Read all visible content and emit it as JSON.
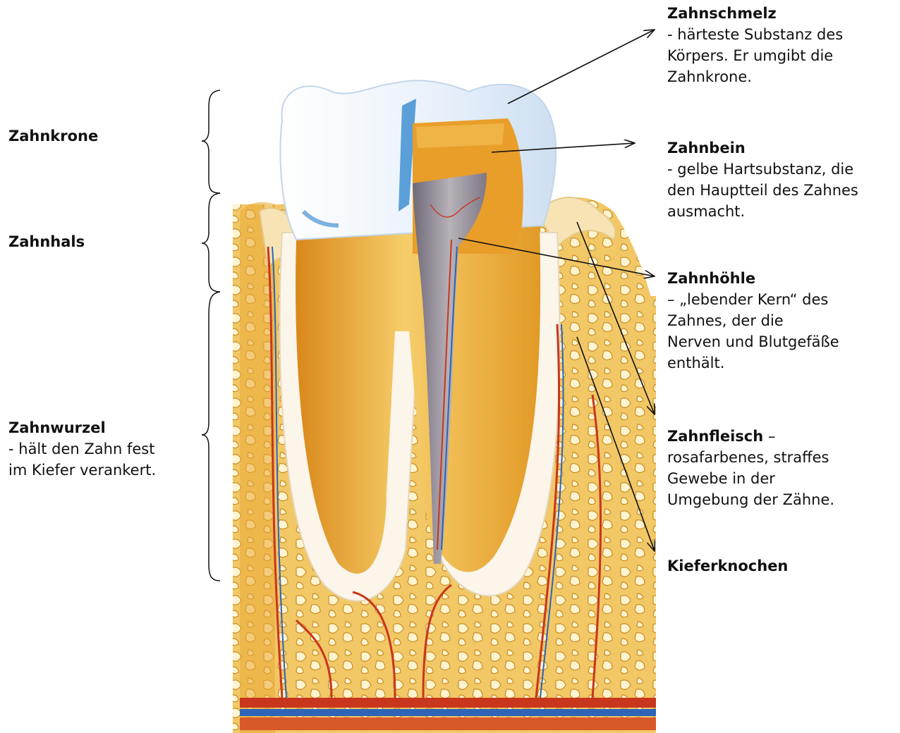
{
  "left_labels": [
    {
      "id": "zahnkrone",
      "title": "Zahnkrone",
      "desc": ""
    },
    {
      "id": "zahnhals",
      "title": "Zahnhals",
      "desc": ""
    },
    {
      "id": "zahnwurzel",
      "title": "Zahnwurzel",
      "desc_lines": [
        "- hält den Zahn fest",
        "im Kiefer verankert."
      ]
    }
  ],
  "right_labels": [
    {
      "id": "zahnschmelz",
      "title": "Zahnschmelz",
      "desc_lines": [
        "- härteste Substanz des",
        "Körpers. Er umgibt die",
        "Zahnkrone."
      ]
    },
    {
      "id": "zahnbein",
      "title": "Zahnbein",
      "desc_lines": [
        "- gelbe Hartsubstanz, die",
        "den Hauptteil des Zahnes",
        "ausmacht."
      ]
    },
    {
      "id": "zahnhoehle",
      "title": "Zahnhöhle",
      "desc_lines": [
        "– „lebender Kern“ des",
        "Zahnes, der die",
        "Nerven und Blutgefäße",
        "enthält."
      ]
    },
    {
      "id": "zahnfleisch",
      "title": "Zahnfleisch",
      "title_suffix": " –",
      "desc_lines": [
        "rosafarbenes, straffes",
        "Gewebe in der",
        "Umgebung der Zähne."
      ]
    },
    {
      "id": "kieferknochen",
      "title": "Kieferknochen",
      "desc_lines": []
    }
  ],
  "colors": {
    "enamel": "#e9f2fb",
    "enamel_shadow": "#5b9fd8",
    "dentin": "#e8a02c",
    "dentin_light": "#f6cf70",
    "pulp": "#8d8792",
    "bone": "#f2c766",
    "bone_pore": "#fff2c8",
    "gum": "#f7e3b4",
    "vessel_red": "#c8361e",
    "vessel_blue": "#2d64b8"
  }
}
